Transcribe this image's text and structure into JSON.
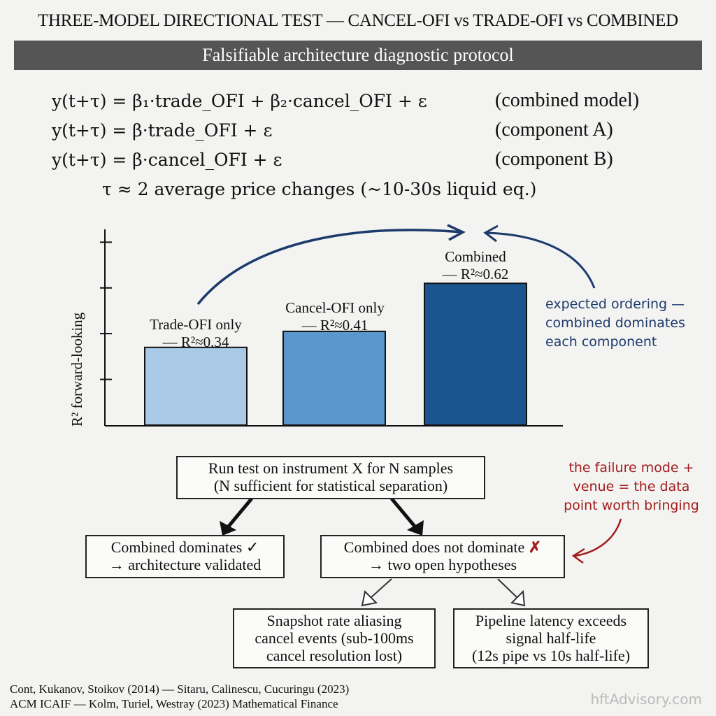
{
  "title": "THREE-MODEL DIRECTIONAL TEST — CANCEL-OFI vs TRADE-OFI vs COMBINED",
  "banner": "Falsifiable architecture diagnostic protocol",
  "equations": [
    {
      "formula": "y(t+τ) = β₁·trade_OFI + β₂·cancel_OFI + ε",
      "label": "(combined model)"
    },
    {
      "formula": "y(t+τ) = β·trade_OFI + ε",
      "label": "(component A)"
    },
    {
      "formula": "y(t+τ) = β·cancel_OFI + ε",
      "label": "(component B)"
    }
  ],
  "tau_note": "τ ≈ 2 average price changes (~10-30s liquid eq.)",
  "chart_data": {
    "type": "bar",
    "ylabel": "R² forward-looking",
    "categories": [
      "Trade-OFI only",
      "Cancel-OFI only",
      "Combined"
    ],
    "values": [
      0.34,
      0.41,
      0.62
    ],
    "value_labels": [
      "— R²≈0.34",
      "— R²≈0.41",
      "— R²≈0.62"
    ],
    "colors": [
      "#a9c9e6",
      "#5b97cc",
      "#1b5590"
    ],
    "ylim": [
      0,
      0.85
    ]
  },
  "annotation_ordering": [
    "expected ordering —",
    "combined dominates",
    "each component"
  ],
  "annotation_failure": [
    "the failure mode +",
    "venue = the data",
    "point worth bringing"
  ],
  "flow": {
    "root": [
      "Run test on instrument X for N samples",
      "(N sufficient for statistical separation)"
    ],
    "yes": [
      "Combined dominates ✓",
      "→ architecture validated"
    ],
    "no_line1": "Combined does not dominate ",
    "no_mark": "✗",
    "no_line2": "→ two open hypotheses",
    "h1": [
      "Snapshot rate aliasing",
      "cancel events (sub-100ms",
      "cancel resolution lost)"
    ],
    "h2": [
      "Pipeline latency exceeds",
      "signal half-life",
      "(12s pipe vs 10s half-life)"
    ]
  },
  "citations": [
    "Cont, Kukanov, Stoikov (2014) — Sitaru, Calinescu, Cucuringu (2023)",
    "ACM ICAIF — Kolm, Turiel, Westray (2023) Mathematical Finance"
  ],
  "watermark": "hftAdvisory.com",
  "colors": {
    "navy": "#1c3a6b",
    "red": "#a11d1d",
    "banner": "#555555"
  }
}
